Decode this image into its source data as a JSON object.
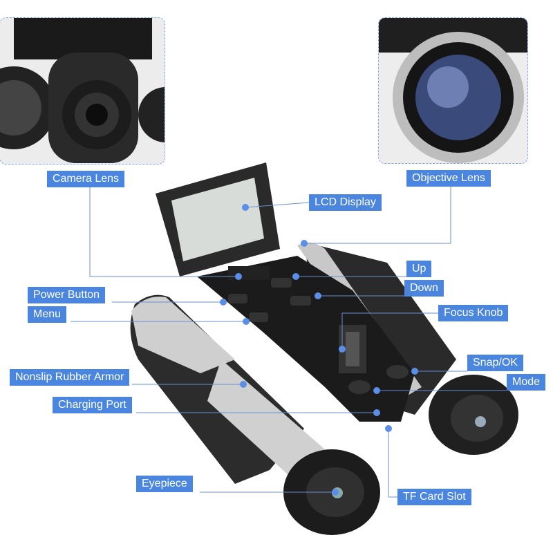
{
  "colors": {
    "label_bg": "#4a86e0",
    "line": "#6a8fd0",
    "dot": "#5b8ee6"
  },
  "insets": [
    {
      "name": "camera-lens-closeup"
    },
    {
      "name": "objective-lens-closeup"
    }
  ],
  "labels": {
    "camera_lens": "Camera Lens",
    "lcd_display": "LCD Display",
    "objective_lens": "Objective Lens",
    "up": "Up",
    "down": "Down",
    "power_button": "Power Button",
    "menu": "Menu",
    "focus_knob": "Focus Knob",
    "snap_ok": "Snap/OK",
    "mode": "Mode",
    "nonslip_rubber_armor": "Nonslip Rubber Armor",
    "charging_port": "Charging Port",
    "eyepiece": "Eyepiece",
    "tf_card_slot": "TF Card Slot"
  }
}
